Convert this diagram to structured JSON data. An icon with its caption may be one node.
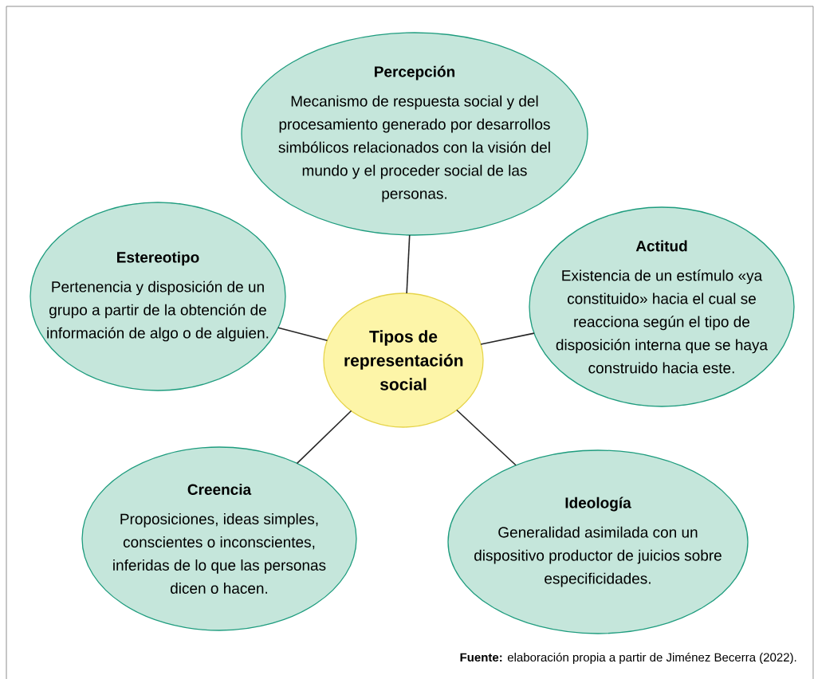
{
  "diagram": {
    "caption": "**Fuente:** elaboración propia a partir de Jiménez Becerra (2022).",
    "nodes": [
      {
        "text": [
          "Percepción",
          "Mecanismo de respuesta social y del procesamiento generado por desarrollos simbólicos relacionados con la visión del mundo y el proceder social de las personas."
        ]
      },
      {
        "text": [
          "Estereotipo",
          "Pertenencia y disposición de un grupo a partir de la obtención de información de algo o de alguien."
        ]
      },
      {
        "text": [
          "Actitud",
          "Existencia de un estímulo «ya constituido» hacia el cual se reacciona según el tipo de disposición interna que se haya construido hacia este."
        ]
      },
      {
        "text": [
          "Tipos de representación social"
        ]
      },
      {
        "text": [
          "Creencia",
          "Proposiciones, ideas simples, conscientes o inconscientes, inferidas de lo que las personas dicen o hacen."
        ]
      },
      {
        "text": [
          "Ideología",
          "Generalidad asimilada con un dispositivo productor de juicios sobre especificidades."
        ]
      }
    ],
    "edges": [
      {
        "from": 3,
        "to": 0,
        "arrow": "none"
      },
      {
        "from": 3,
        "to": 1,
        "arrow": "none"
      },
      {
        "from": 3,
        "to": 2,
        "arrow": "none"
      },
      {
        "from": 3,
        "to": 4,
        "arrow": "none"
      },
      {
        "from": 3,
        "to": 5,
        "arrow": "none"
      }
    ]
  }
}
